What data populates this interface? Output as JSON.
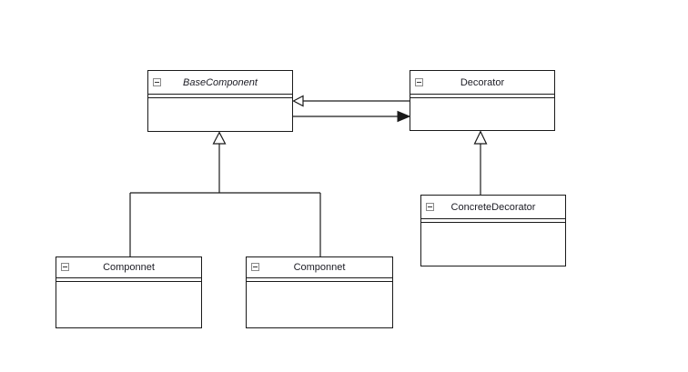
{
  "diagram": {
    "background_color": "#ffffff",
    "line_color": "#1a1a1a",
    "text_color": "#1c1c24",
    "classes": [
      {
        "id": "base-component",
        "title": "BaseComponent",
        "italic": true,
        "attributes": [],
        "collapse_icon": "minus-box"
      },
      {
        "id": "decorator",
        "title": "Decorator",
        "italic": false,
        "attributes": [],
        "collapse_icon": "minus-box"
      },
      {
        "id": "concrete-decorator",
        "title": "ConcreteDecorator",
        "italic": false,
        "attributes": [],
        "collapse_icon": "minus-box"
      },
      {
        "id": "componnet-1",
        "title": "Componnet",
        "italic": false,
        "attributes": [],
        "collapse_icon": "minus-box"
      },
      {
        "id": "componnet-2",
        "title": "Componnet",
        "italic": false,
        "attributes": [],
        "collapse_icon": "minus-box"
      }
    ],
    "connectors": [
      {
        "type": "generalization",
        "from": "componnet-1",
        "to": "base-component",
        "arrowhead": "hollow-triangle"
      },
      {
        "type": "generalization",
        "from": "componnet-2",
        "to": "base-component",
        "arrowhead": "hollow-triangle"
      },
      {
        "type": "generalization",
        "from": "concrete-decorator",
        "to": "decorator",
        "arrowhead": "hollow-triangle"
      },
      {
        "type": "generalization",
        "from": "decorator",
        "to": "base-component",
        "arrowhead": "hollow-triangle"
      },
      {
        "type": "association",
        "from": "base-component",
        "to": "decorator",
        "arrowhead": "filled-arrow"
      }
    ]
  }
}
